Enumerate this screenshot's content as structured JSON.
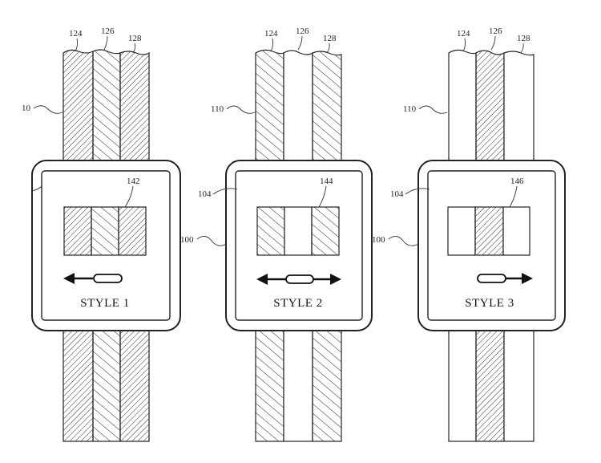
{
  "figure": {
    "watches": [
      {
        "id": "style-1",
        "style_label": "STYLE 1",
        "band_labels": [
          "124",
          "126",
          "128"
        ],
        "band_ref": "10",
        "screen_ref": "",
        "display_ref": "142",
        "body_ref": "",
        "band_patterns": [
          "crosshatch",
          "hatch",
          "crosshatch"
        ],
        "arrows": "left"
      },
      {
        "id": "style-2",
        "style_label": "STYLE 2",
        "band_labels": [
          "124",
          "126",
          "128"
        ],
        "band_ref": "110",
        "screen_ref": "104",
        "display_ref": "144",
        "body_ref": "100",
        "band_patterns": [
          "hatch",
          "plain",
          "hatch"
        ],
        "arrows": "both"
      },
      {
        "id": "style-3",
        "style_label": "STYLE 3",
        "band_labels": [
          "124",
          "126",
          "128"
        ],
        "band_ref": "110",
        "screen_ref": "104",
        "display_ref": "146",
        "body_ref": "100",
        "band_patterns": [
          "plain",
          "crosshatch",
          "plain"
        ],
        "arrows": "right"
      }
    ]
  }
}
